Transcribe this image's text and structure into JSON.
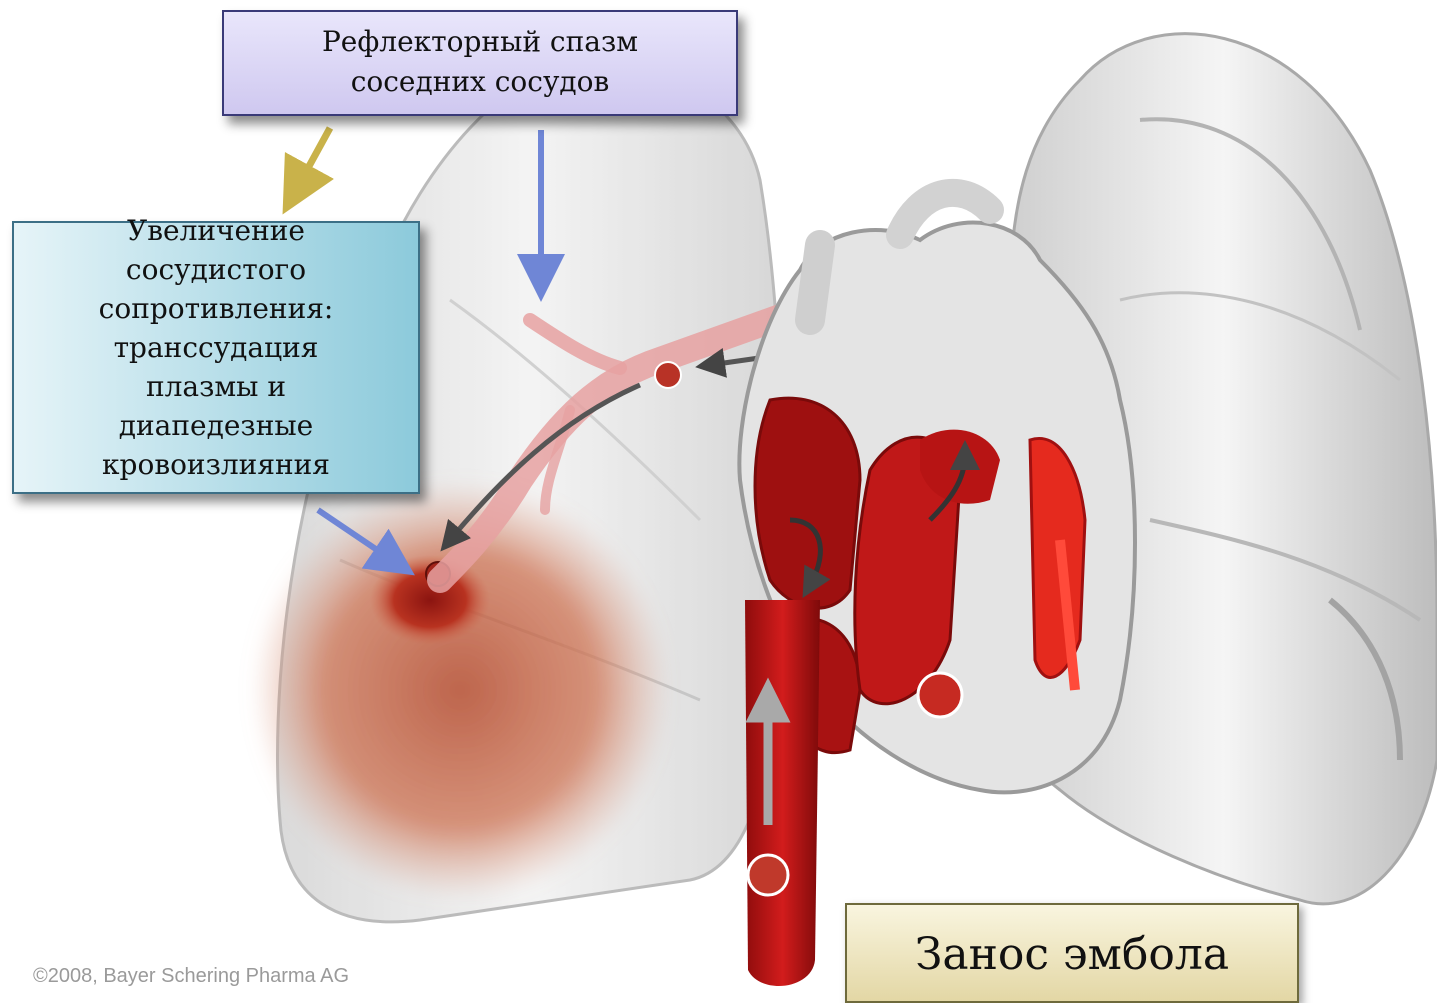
{
  "callouts": {
    "spasm": {
      "lines": [
        "Рефлекторный спазм",
        "соседних сосудов"
      ]
    },
    "resistance": {
      "lines": [
        "Увеличение",
        "сосудистого",
        "сопротивления:",
        "транссудация",
        "плазмы и",
        "диапедезные",
        "кровоизлияния"
      ]
    },
    "embolus": {
      "text": "Занос эмбола"
    }
  },
  "credit": "©2008, Bayer Schering Pharma AG",
  "colors": {
    "spasm_arrow": "#6f86d6",
    "resistance_arrow": "#c9b24a",
    "hemorrhage_arrow": "#6f86d6",
    "blood": "#b01818",
    "infarct": "#c8603f"
  }
}
